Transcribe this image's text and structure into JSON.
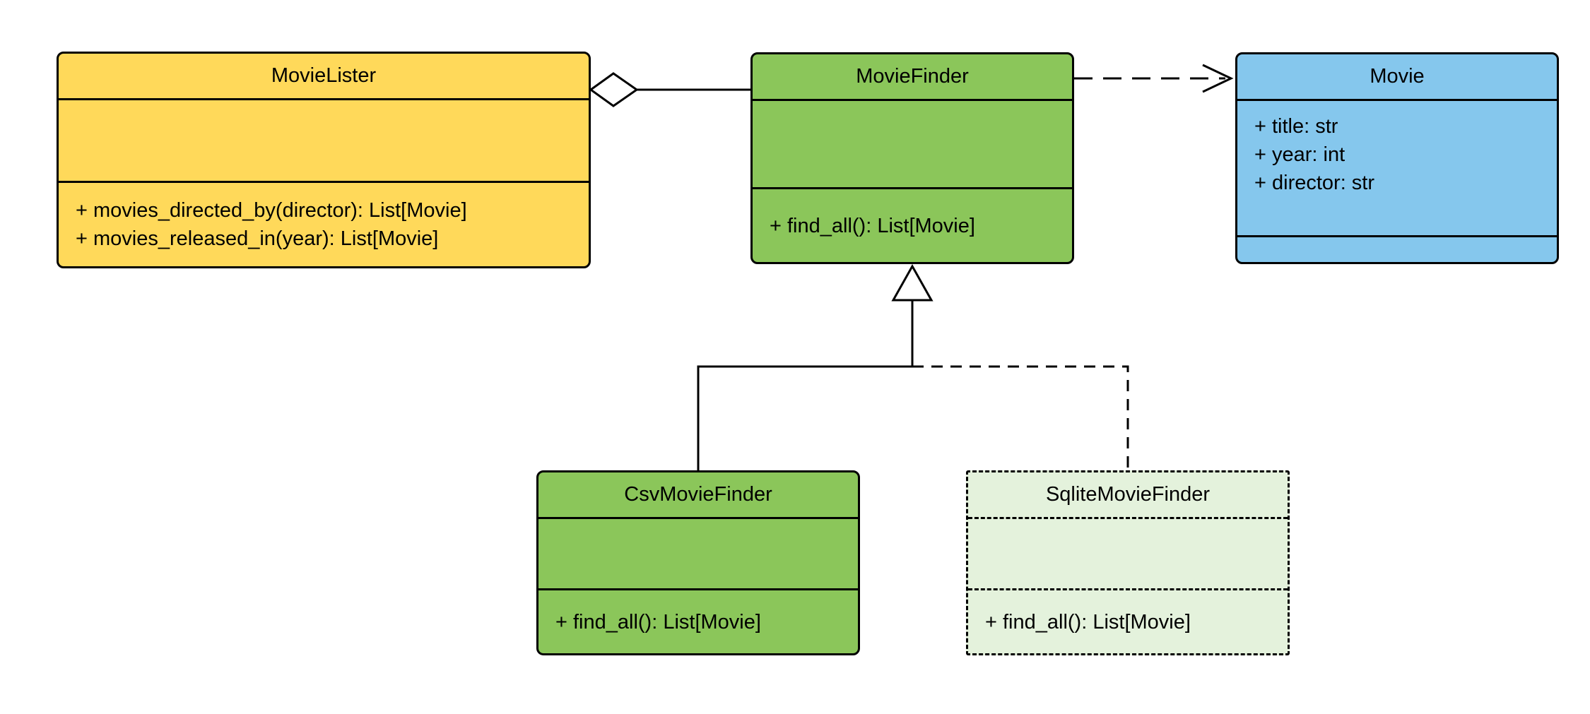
{
  "diagram": {
    "type": "uml-class-diagram",
    "classes": {
      "movie_lister": {
        "name": "MovieLister",
        "attributes": [],
        "methods": [
          "+ movies_directed_by(director): List[Movie]",
          "+ movies_released_in(year): List[Movie]"
        ]
      },
      "movie_finder": {
        "name": "MovieFinder",
        "attributes": [],
        "methods": [
          "+ find_all(): List[Movie]"
        ]
      },
      "movie": {
        "name": "Movie",
        "attributes": [
          "+ title: str",
          "+ year: int",
          "+ director: str"
        ],
        "methods": []
      },
      "csv_movie_finder": {
        "name": "CsvMovieFinder",
        "attributes": [],
        "methods": [
          "+ find_all(): List[Movie]"
        ]
      },
      "sqlite_movie_finder": {
        "name": "SqliteMovieFinder",
        "attributes": [],
        "methods": [
          "+ find_all(): List[Movie]"
        ]
      }
    },
    "relationships": [
      {
        "type": "aggregation",
        "from": "MovieLister",
        "to": "MovieFinder",
        "line": "solid",
        "marker": "open-diamond"
      },
      {
        "type": "dependency",
        "from": "MovieFinder",
        "to": "Movie",
        "line": "dashed",
        "marker": "open-arrow"
      },
      {
        "type": "inheritance",
        "from": "CsvMovieFinder",
        "to": "MovieFinder",
        "line": "solid",
        "marker": "hollow-triangle"
      },
      {
        "type": "inheritance",
        "from": "SqliteMovieFinder",
        "to": "MovieFinder",
        "line": "dashed",
        "marker": "hollow-triangle"
      }
    ],
    "colors": {
      "yellow_fill": "#FFD95A",
      "green_fill": "#8BC65A",
      "blue_fill": "#85C7ED",
      "light_green_fill": "#E4F2DC",
      "border": "#000000",
      "background": "#FFFFFF"
    }
  }
}
